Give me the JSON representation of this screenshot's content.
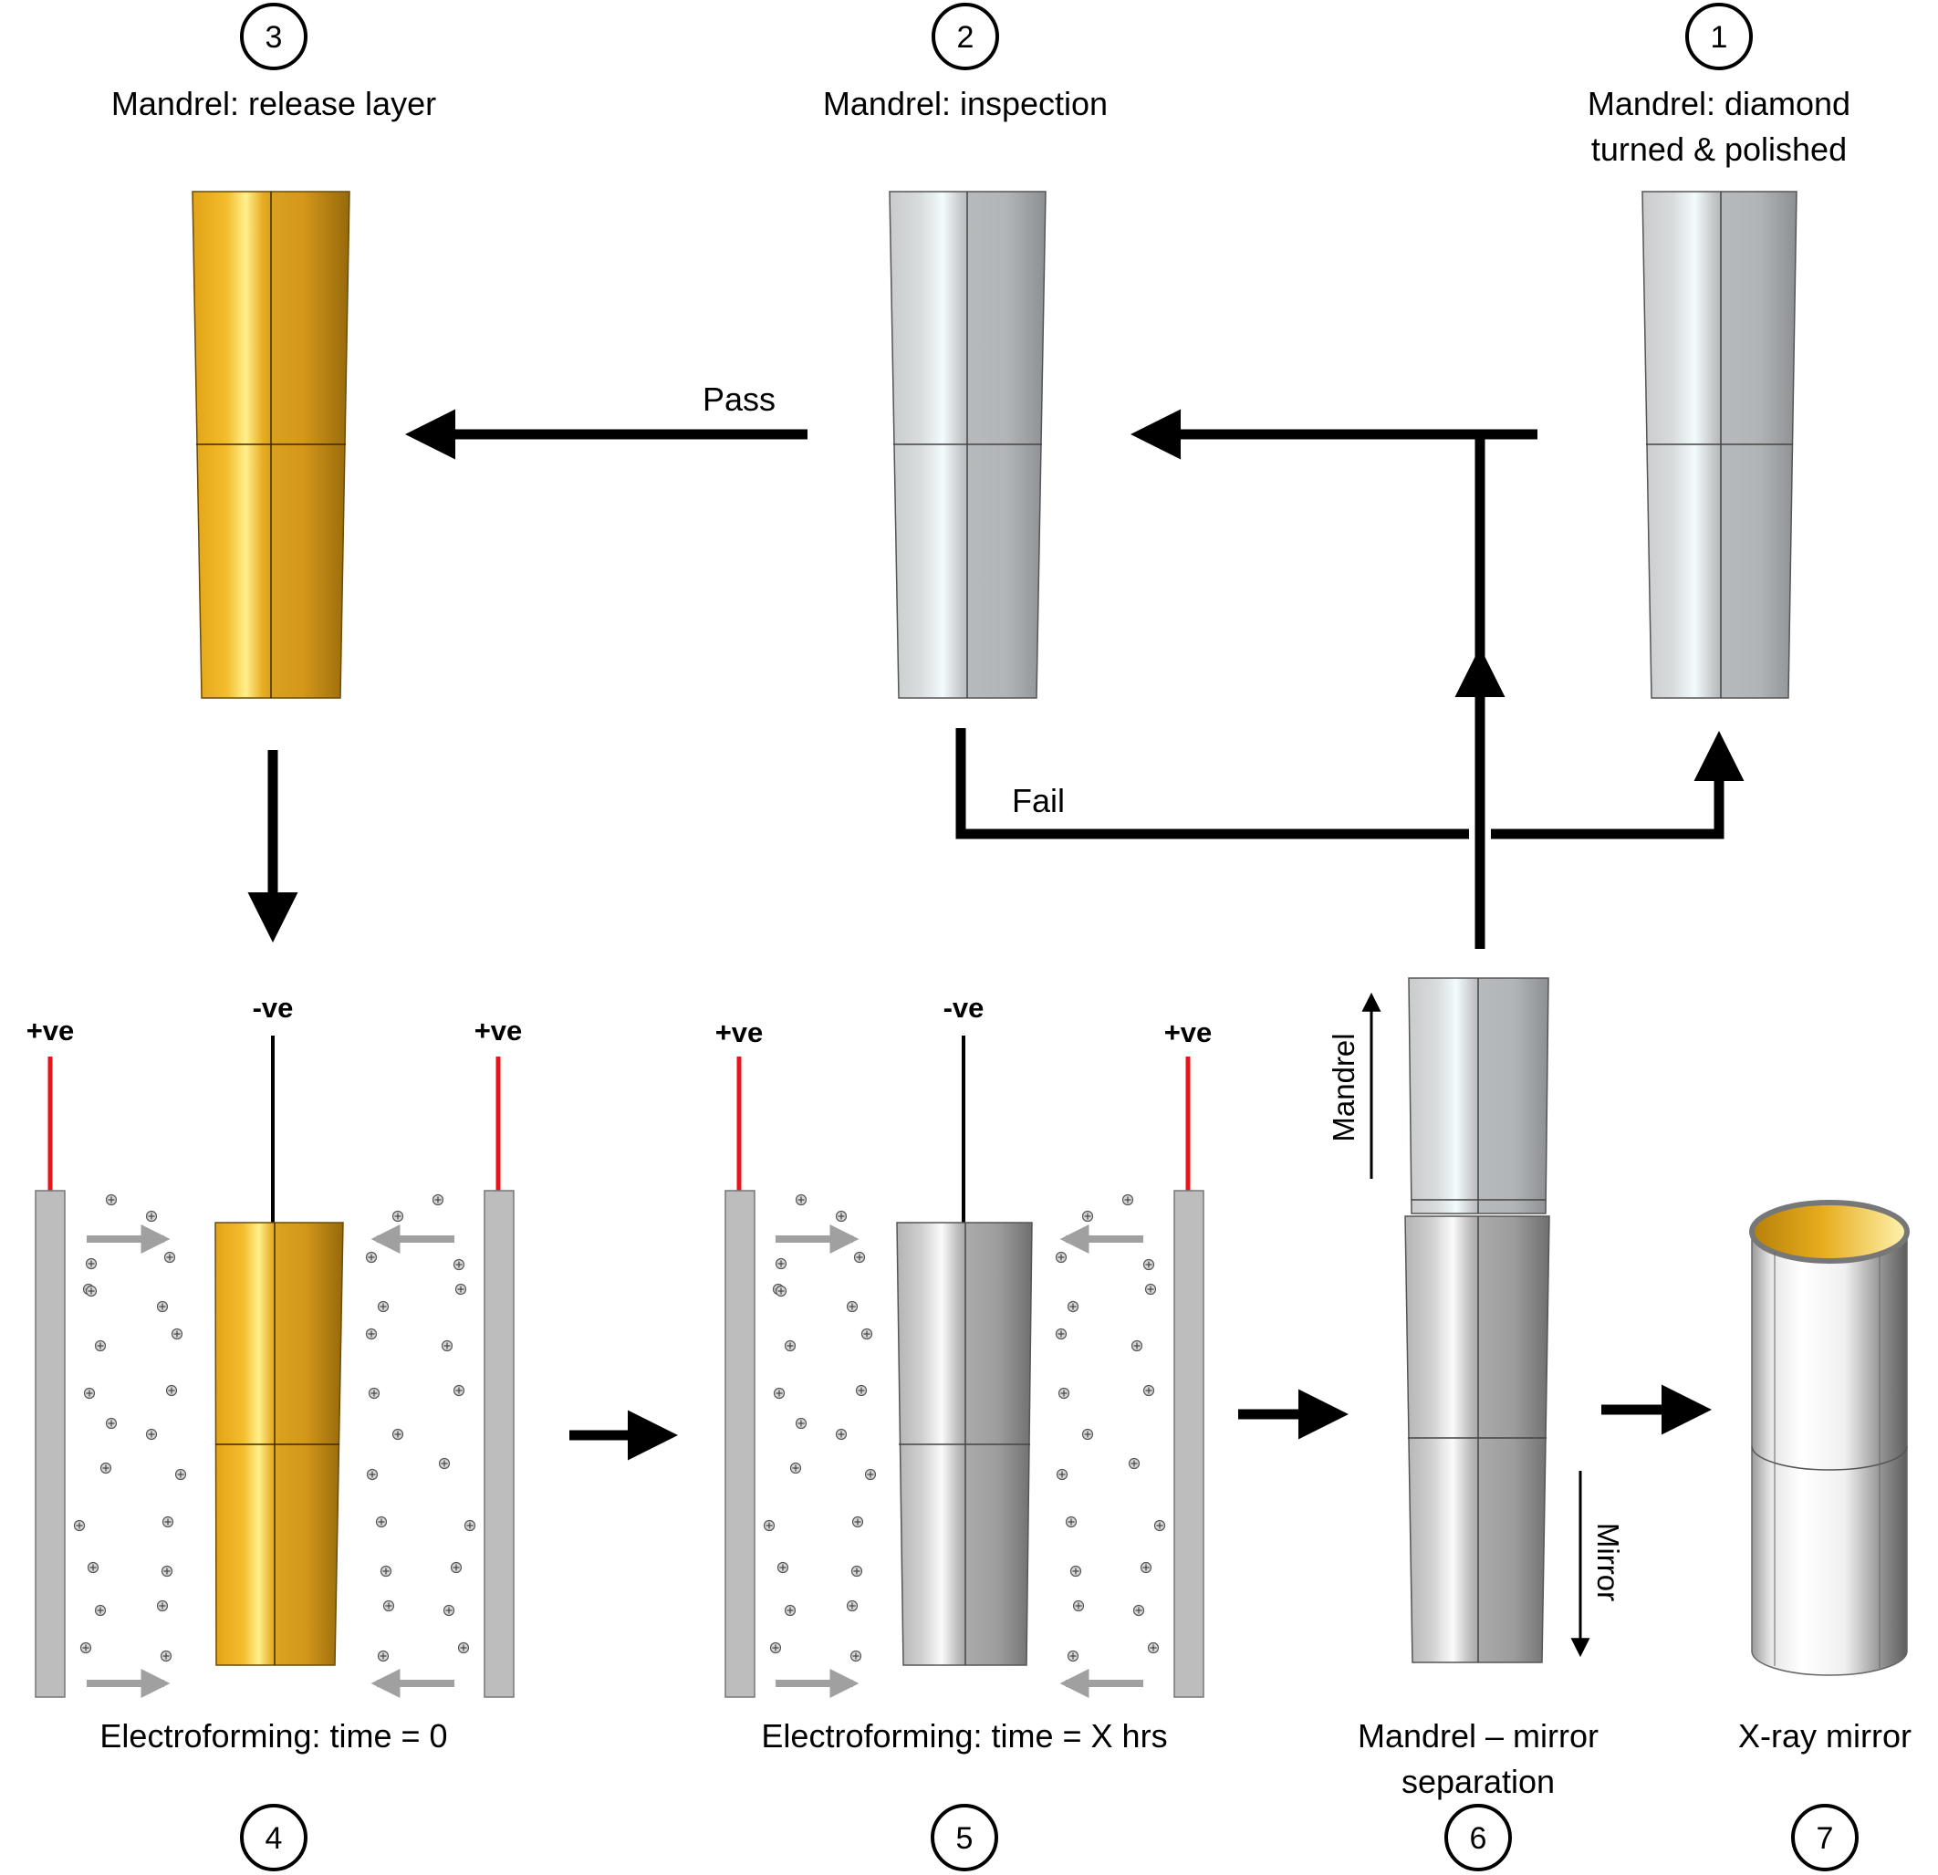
{
  "steps": [
    {
      "number": "1",
      "label_line1": "Mandrel: diamond",
      "label_line2": "turned & polished"
    },
    {
      "number": "2",
      "label_line1": "Mandrel: inspection",
      "label_line2": ""
    },
    {
      "number": "3",
      "label_line1": "Mandrel: release layer",
      "label_line2": ""
    },
    {
      "number": "4",
      "label_line1": "Electroforming: time = 0",
      "label_line2": ""
    },
    {
      "number": "5",
      "label_line1": "Electroforming: time = X hrs",
      "label_line2": ""
    },
    {
      "number": "6",
      "label_line1": "Mandrel – mirror",
      "label_line2": "separation"
    },
    {
      "number": "7",
      "label_line1": "X-ray mirror",
      "label_line2": ""
    }
  ],
  "flow_labels": {
    "pass": "Pass",
    "fail": "Fail"
  },
  "electrodes": {
    "anode": "+ve",
    "cathode": "-ve"
  },
  "separation_labels": {
    "mandrel": "Mandrel",
    "mirror": "Mirror"
  },
  "colors": {
    "gold_dark": "#9a6e08",
    "gold_mid": "#dca21d",
    "gold_light": "#fff08c",
    "silver_dark": "#8a8d90",
    "silver_light": "#eef8fb",
    "nickel_dark": "#7a7a7a",
    "anode_wire": "#e8141c",
    "anode_plate": "#bdbdbd",
    "ion_arrow": "#a0a0a0"
  }
}
